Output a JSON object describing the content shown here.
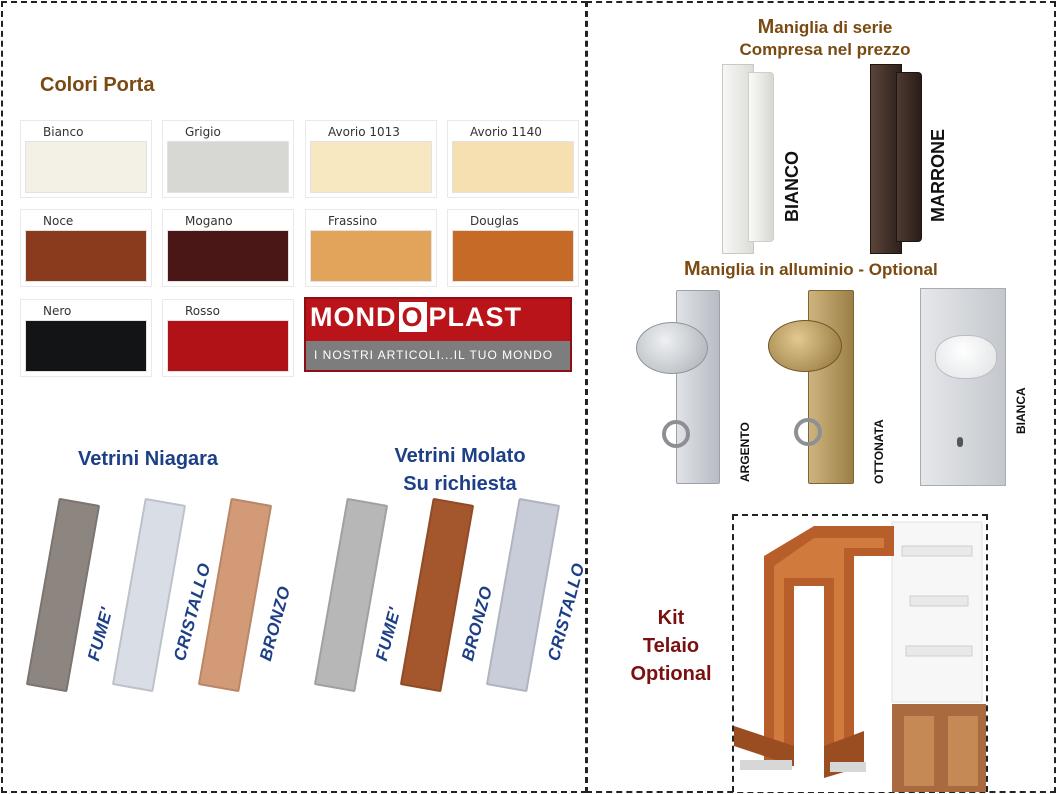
{
  "colori": {
    "title": "Colori Porta",
    "swatches": [
      {
        "label": "Bianco",
        "color": "#f3f1e6"
      },
      {
        "label": "Grigio",
        "color": "#d7d8d4"
      },
      {
        "label": "Avorio 1013",
        "color": "#f7e8c2"
      },
      {
        "label": "Avorio 1140",
        "color": "#f6dfb0"
      },
      {
        "label": "Noce",
        "color": "#8a3a1d"
      },
      {
        "label": "Mogano",
        "color": "#4a1616"
      },
      {
        "label": "Frassino",
        "color": "#e2a45a"
      },
      {
        "label": "Douglas",
        "color": "#c66a27"
      },
      {
        "label": "Nero",
        "color": "#121416"
      },
      {
        "label": "Rosso",
        "color": "#b11217"
      }
    ],
    "logo": {
      "brand_left": "MOND",
      "brand_mid": "O",
      "brand_right": "PLAST",
      "tagline": "I NOSTRI ARTICOLI...IL TUO MONDO"
    }
  },
  "niagara": {
    "title": "Vetrini Niagara",
    "items": [
      {
        "label": "FUME'",
        "color": "#8d8580"
      },
      {
        "label": "CRISTALLO",
        "color": "#d8dde6"
      },
      {
        "label": "BRONZO",
        "color": "#d29a77"
      }
    ]
  },
  "molato": {
    "title_line1": "Vetrini Molato",
    "title_line2": "Su richiesta",
    "items": [
      {
        "label": "FUME'",
        "color": "#b7b7b7"
      },
      {
        "label": "BRONZO",
        "color": "#a4562d"
      },
      {
        "label": "CRISTALLO",
        "color": "#c8cdd9"
      }
    ]
  },
  "maniglia_serie": {
    "title_line1_first": "M",
    "title_line1_rest": "aniglia di serie",
    "title_line2": "Compresa nel prezzo",
    "items": [
      {
        "label": "BIANCO",
        "color": "#ecece8"
      },
      {
        "label": "MARRONE",
        "color": "#3b2b24"
      }
    ]
  },
  "maniglia_alluminio": {
    "title_first": "M",
    "title_rest": "aniglia in alluminio - Optional",
    "items": [
      {
        "label": "ARGENTO",
        "color": "#c9ccd2"
      },
      {
        "label": "OTTONATA",
        "color": "#a88a55"
      },
      {
        "label": "BIANCA",
        "color": "#d6d8db"
      }
    ]
  },
  "kit": {
    "line1": "Kit",
    "line2": "Telaio",
    "line3": "Optional"
  },
  "colors": {
    "title_brown": "#7a4a12",
    "title_blue": "#1d3f86",
    "title_red": "#7a1010"
  }
}
